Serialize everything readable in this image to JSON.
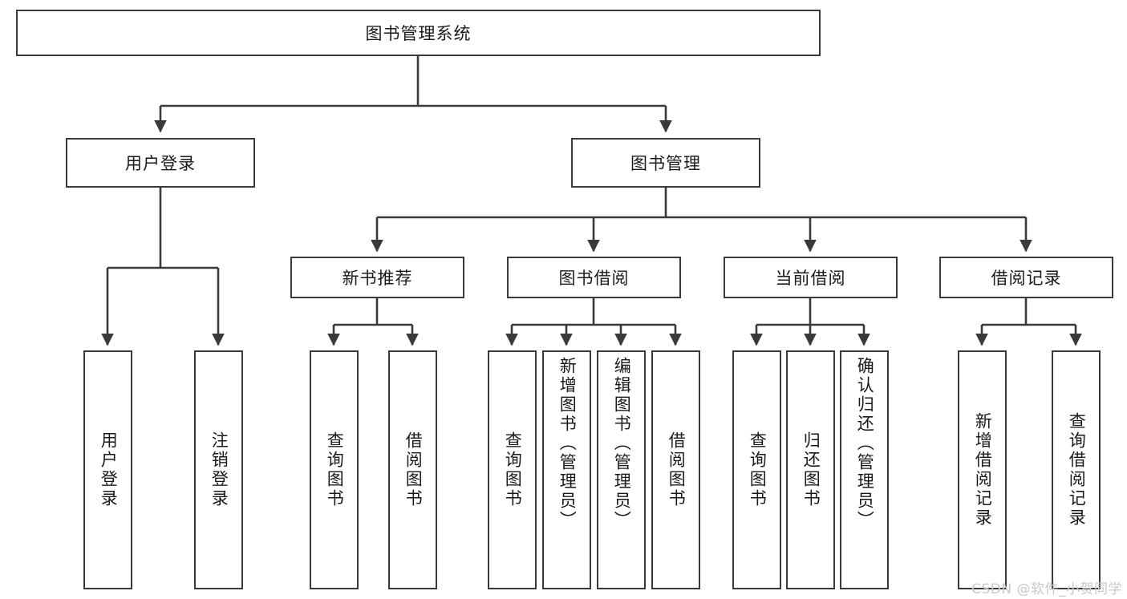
{
  "diagram": {
    "title_node": {
      "label": "图书管理系统"
    },
    "level2": [
      {
        "label": "用户登录"
      },
      {
        "label": "图书管理"
      }
    ],
    "level3": [
      {
        "label": "新书推荐"
      },
      {
        "label": "图书借阅"
      },
      {
        "label": "当前借阅"
      },
      {
        "label": "借阅记录"
      }
    ],
    "leaves": {
      "user_login": [
        {
          "label": "用户登录"
        },
        {
          "label": "注销登录"
        }
      ],
      "new_book_recommend": [
        {
          "label": "查询图书"
        },
        {
          "label": "借阅图书"
        }
      ],
      "book_borrow": [
        {
          "label": "查询图书"
        },
        {
          "label": "新增图书（管理员）"
        },
        {
          "label": "编辑图书（管理员）"
        },
        {
          "label": "借阅图书"
        }
      ],
      "current_borrow": [
        {
          "label": "查询图书"
        },
        {
          "label": "归还图书"
        },
        {
          "label": "确认归还（管理员）"
        }
      ],
      "borrow_record": [
        {
          "label": "新增借阅记录"
        },
        {
          "label": "查询借阅记录"
        }
      ]
    },
    "watermark": {
      "text": "CSDN @软件_小贺同学"
    },
    "colors": {
      "stroke": "#3a3a3a",
      "fill": "#ffffff",
      "text": "#1a1a1a",
      "watermark": "#c9c9c9"
    }
  }
}
